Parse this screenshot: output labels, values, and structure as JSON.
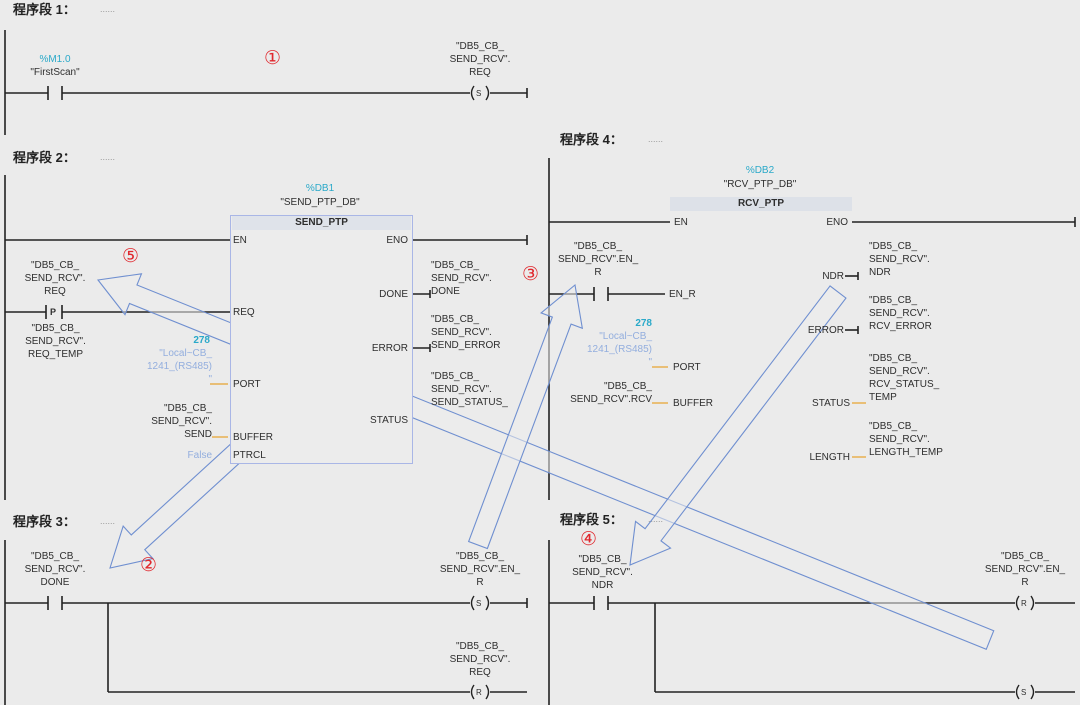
{
  "networks": [
    {
      "title": "程序段 1：",
      "dots": "......"
    },
    {
      "title": "程序段 2：",
      "dots": "......"
    },
    {
      "title": "程序段 3：",
      "dots": "......"
    },
    {
      "title": "程序段 4：",
      "dots": "......"
    },
    {
      "title": "程序段 5：",
      "dots": "......"
    }
  ],
  "n1": {
    "contact_addr": "%M1.0",
    "contact_tag": "\"FirstScan\"",
    "coil_tag": "\"DB5_CB_\nSEND_RCV\".\nREQ",
    "coil_type": "S"
  },
  "n2": {
    "db": "%DB1",
    "db_name": "\"SEND_PTP_DB\"",
    "block": "SEND_PTP",
    "en": "EN",
    "eno": "ENO",
    "req": "REQ",
    "port": "PORT",
    "buffer": "BUFFER",
    "ptrcl": "PTRCL",
    "done": "DONE",
    "error": "ERROR",
    "status": "STATUS",
    "contact_top": "\"DB5_CB_\nSEND_RCV\".\nREQ",
    "contact_type": "P",
    "contact_bottom": "\"DB5_CB_\nSEND_RCV\".\nREQ_TEMP",
    "port_num": "278",
    "port_val": "\"Local~CB_\n1241_(RS485)\n\"",
    "buffer_val": "\"DB5_CB_\nSEND_RCV\".\nSEND",
    "ptrcl_val": "False",
    "done_out": "\"DB5_CB_\nSEND_RCV\".\nDONE",
    "error_out": "\"DB5_CB_\nSEND_RCV\".\nSEND_ERROR",
    "status_out": "\"DB5_CB_\nSEND_RCV\".\nSEND_STATUS_"
  },
  "n3": {
    "contact_tag": "\"DB5_CB_\nSEND_RCV\".\nDONE",
    "coil1_tag": "\"DB5_CB_\nSEND_RCV\".EN_\nR",
    "coil1_type": "S",
    "coil2_tag": "\"DB5_CB_\nSEND_RCV\".\nREQ",
    "coil2_type": "R"
  },
  "n4": {
    "db": "%DB2",
    "db_name": "\"RCV_PTP_DB\"",
    "block": "RCV_PTP",
    "en": "EN",
    "eno": "ENO",
    "en_r": "EN_R",
    "port": "PORT",
    "buffer": "BUFFER",
    "ndr": "NDR",
    "error": "ERROR",
    "status": "STATUS",
    "length": "LENGTH",
    "contact_tag": "\"DB5_CB_\nSEND_RCV\".EN_\nR",
    "port_num": "278",
    "port_val": "\"Local~CB_\n1241_(RS485)\n\"",
    "buffer_val": "\"DB5_CB_\nSEND_RCV\".RCV",
    "ndr_out": "\"DB5_CB_\nSEND_RCV\".\nNDR",
    "error_out": "\"DB5_CB_\nSEND_RCV\".\nRCV_ERROR",
    "status_out": "\"DB5_CB_\nSEND_RCV\".\nRCV_STATUS_\nTEMP",
    "length_out": "\"DB5_CB_\nSEND_RCV\".\nLENGTH_TEMP"
  },
  "n5": {
    "contact_tag": "\"DB5_CB_\nSEND_RCV\".\nNDR",
    "coil1_tag": "\"DB5_CB_\nSEND_RCV\".EN_\nR",
    "coil1_type": "R",
    "coil2_type": "S"
  },
  "annotations": [
    "①",
    "②",
    "③",
    "④",
    "⑤"
  ],
  "colors": {
    "arrow": "#6f8fd0",
    "marker": "#e0282e",
    "wire": "#222222",
    "param": "#e8b050"
  }
}
